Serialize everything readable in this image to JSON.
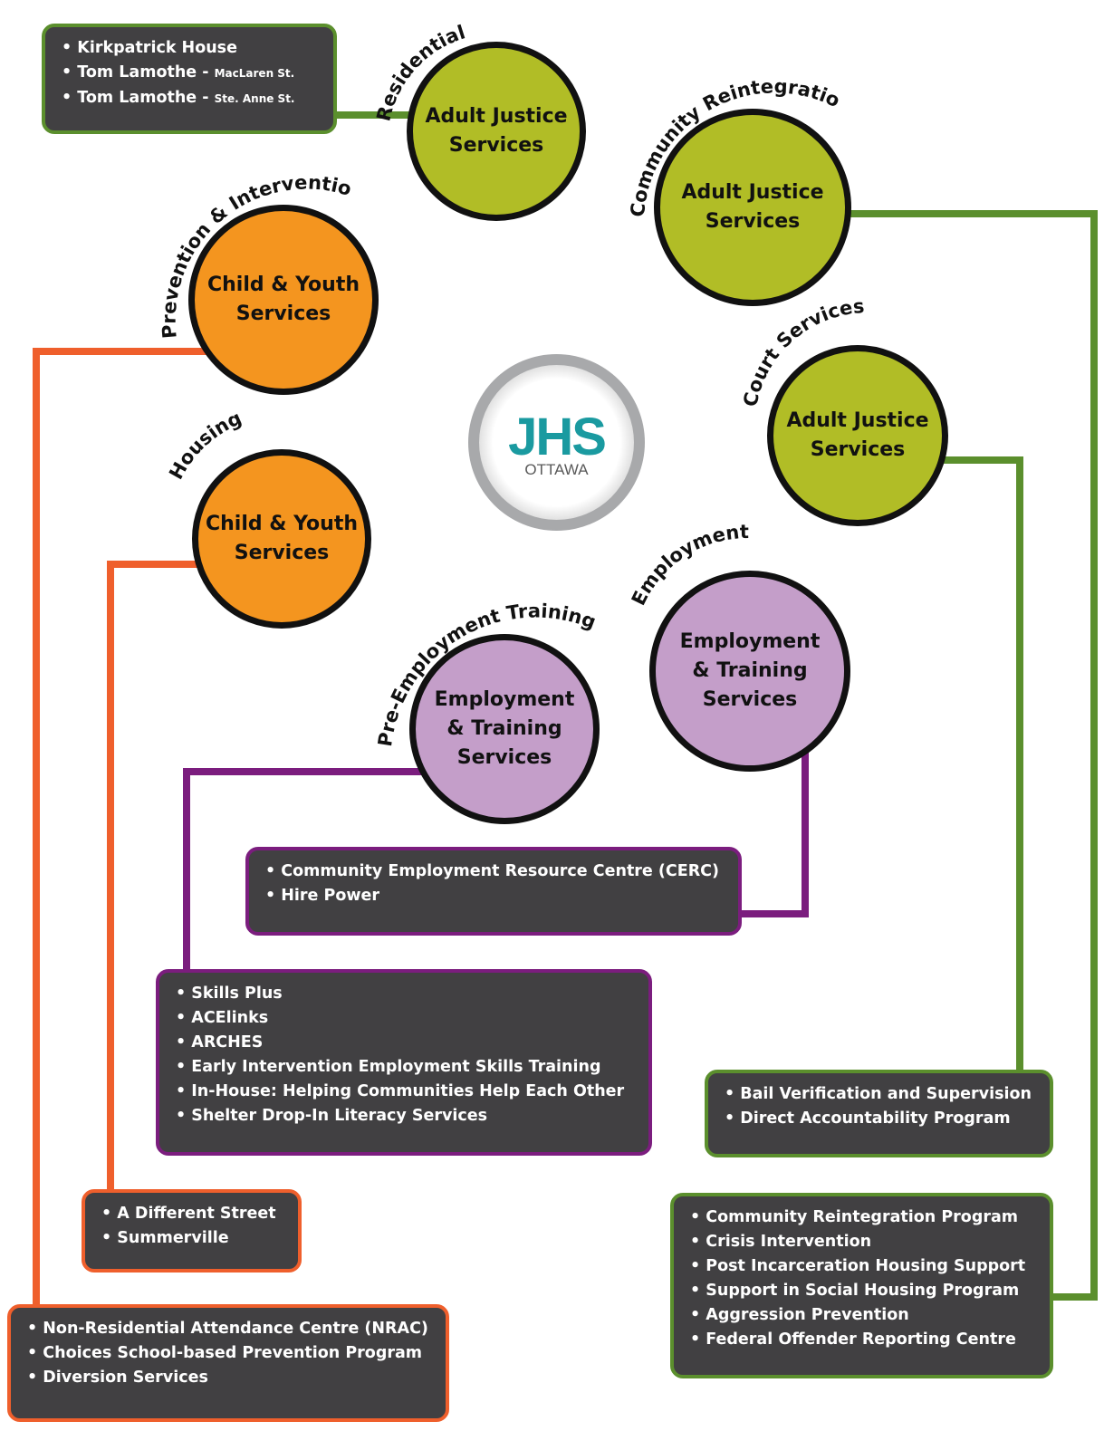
{
  "logo": {
    "main": "JHS",
    "sub": "OTTAWA"
  },
  "colors": {
    "adult": "#b1bd26",
    "child": "#f4951f",
    "employment": "#c49ec9",
    "green_line": "#5b8f2d",
    "orange_line": "#ef5f2c",
    "purple_line": "#7b1d7e"
  },
  "circles": {
    "residential": {
      "category": "Residential",
      "line1": "Adult Justice",
      "line2": "Services"
    },
    "reintegration": {
      "category": "Community Reintegration",
      "line1": "Adult Justice",
      "line2": "Services"
    },
    "court": {
      "category": "Court Services",
      "line1": "Adult Justice",
      "line2": "Services"
    },
    "prevention": {
      "category": "Prevention & Intervention",
      "line1": "Child & Youth",
      "line2": "Services"
    },
    "housing": {
      "category": "Housing",
      "line1": "Child & Youth",
      "line2": "Services"
    },
    "preemployment": {
      "category": "Pre-Employment Training",
      "line1": "Employment",
      "line2": "& Training",
      "line3": "Services"
    },
    "employment": {
      "category": "Employment",
      "line1": "Employment",
      "line2": "& Training",
      "line3": "Services"
    }
  },
  "boxes": {
    "residential": {
      "items": [
        {
          "text": "Kirkpatrick House"
        },
        {
          "text": "Tom Lamothe  - ",
          "small": "MacLaren St."
        },
        {
          "text": "Tom Lamothe - ",
          "small": "Ste. Anne St."
        }
      ]
    },
    "employment": [
      "Community Employment Resource Centre (CERC)",
      "Hire Power"
    ],
    "preemployment": [
      "Skills Plus",
      "ACElinks",
      "ARCHES",
      "Early Intervention Employment Skills Training",
      "In-House: Helping Communities Help Each Other",
      "Shelter Drop-In Literacy Services"
    ],
    "court": [
      "Bail Verification and Supervision",
      "Direct Accountability Program"
    ],
    "reintegration": [
      "Community Reintegration Program",
      "Crisis Intervention",
      "Post Incarceration Housing Support",
      "Support in Social Housing Program",
      "Aggression Prevention",
      "Federal Offender Reporting Centre"
    ],
    "housing": [
      "A Different Street",
      "Summerville"
    ],
    "prevention": [
      "Non-Residential Attendance Centre (NRAC)",
      "Choices School-based Prevention Program",
      "Diversion Services"
    ]
  }
}
